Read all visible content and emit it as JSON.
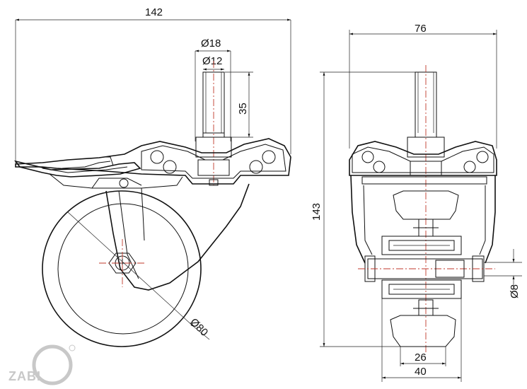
{
  "drawing": {
    "side_view": {
      "overall_width": "142",
      "stem_outer_diameter": "Ø18",
      "stem_thread_diameter": "Ø12",
      "stem_length": "35",
      "wheel_diameter": "Ø80"
    },
    "front_view": {
      "overall_width": "76",
      "overall_height": "143",
      "axle_diameter": "Ø8",
      "tread_width": "26",
      "hub_width": "40"
    },
    "logo": {
      "text": "ZABI",
      "mark": "registered-mark",
      "color": "#c8c8c8"
    }
  }
}
